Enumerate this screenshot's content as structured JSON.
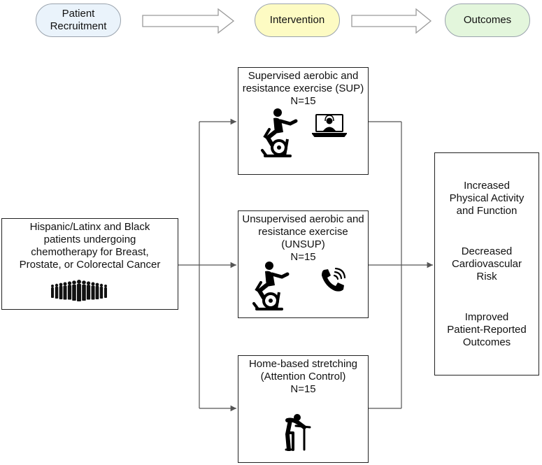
{
  "header": {
    "steps": [
      {
        "lines": [
          "Patient",
          "Recruitment"
        ],
        "fill": "#eaf3fb"
      },
      {
        "lines": [
          "Intervention"
        ],
        "fill": "#fdfbc3"
      },
      {
        "lines": [
          "Outcomes"
        ],
        "fill": "#e3f6dc"
      }
    ]
  },
  "population": {
    "lines": [
      "Hispanic/Latinx and Black",
      "patients undergoing",
      "chemotherapy for Breast,",
      "Prostate, or Colorectal Cancer"
    ],
    "icon": "crowd-icon"
  },
  "arms": [
    {
      "lines": [
        "Supervised aerobic and",
        "resistance exercise (SUP)",
        "N=15"
      ],
      "icons": [
        "exercise-bike-icon",
        "video-call-icon"
      ]
    },
    {
      "lines": [
        "Unsupervised aerobic and",
        "resistance exercise",
        "(UNSUP)",
        "N=15"
      ],
      "icons": [
        "exercise-bike-icon",
        "phone-call-icon"
      ]
    },
    {
      "lines": [
        "Home-based stretching",
        "(Attention Control)",
        "N=15"
      ],
      "icons": [
        "stretching-icon"
      ]
    }
  ],
  "outcomes": {
    "items": [
      {
        "lines": [
          "Increased",
          "Physical Activity",
          "and Function"
        ]
      },
      {
        "lines": [
          "Decreased",
          "Cardiovascular",
          "Risk"
        ]
      },
      {
        "lines": [
          "Improved",
          "Patient-Reported",
          "Outcomes"
        ]
      }
    ]
  }
}
